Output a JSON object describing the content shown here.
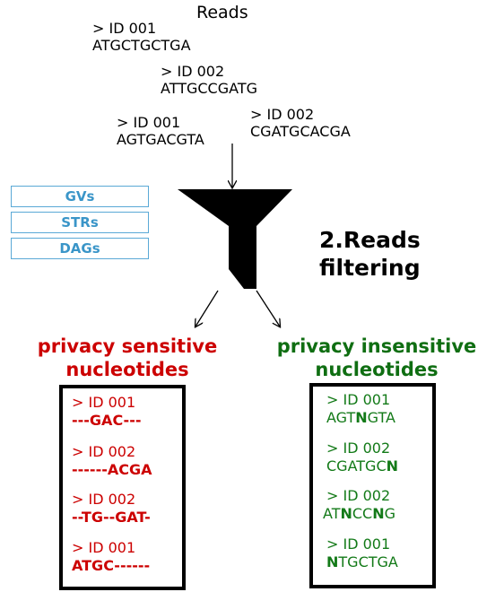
{
  "title": "Reads",
  "reads": [
    {
      "id": "> ID 001",
      "seq": "ATGCTGCTGA"
    },
    {
      "id": "> ID 002",
      "seq": "ATTGCCGATG"
    },
    {
      "id": "> ID 001",
      "seq": "AGTGACGTA"
    },
    {
      "id": "> ID 002",
      "seq": "CGATGCACGA"
    }
  ],
  "filters": [
    "GVs",
    "STRs",
    "DAGs"
  ],
  "step": {
    "line1": "2.Reads",
    "line2": "filtering"
  },
  "sensitive": {
    "heading1": "privacy sensitive",
    "heading2": "nucleotides",
    "entries": [
      {
        "id": "> ID 001",
        "seq": "---GAC---"
      },
      {
        "id": "> ID 002",
        "seq": "------ACGA"
      },
      {
        "id": "> ID 002",
        "seq": "--TG--GAT-"
      },
      {
        "id": "> ID 001",
        "seq": "ATGC------"
      }
    ]
  },
  "insensitive": {
    "heading1": "privacy insensitive",
    "heading2": "nucleotides",
    "entries": [
      {
        "id": "> ID 001",
        "seq_parts": [
          "AGT",
          "N",
          "GTA"
        ]
      },
      {
        "id": "> ID 002",
        "seq_parts": [
          "CGATGC",
          "N",
          ""
        ]
      },
      {
        "id": "> ID 002",
        "seq_parts": [
          "AT",
          "N",
          "CC",
          "N",
          "G"
        ]
      },
      {
        "id": "> ID 001",
        "seq_parts": [
          "",
          "N",
          "TGCTGA"
        ]
      }
    ]
  },
  "colors": {
    "sensitive": "#cc0000",
    "insensitive": "#137a18",
    "filter_tag": "#3a95c8",
    "funnel": "#000000"
  },
  "icons": [
    "funnel-icon",
    "arrow-down-icon",
    "arrow-left-down-icon",
    "arrow-right-down-icon"
  ]
}
